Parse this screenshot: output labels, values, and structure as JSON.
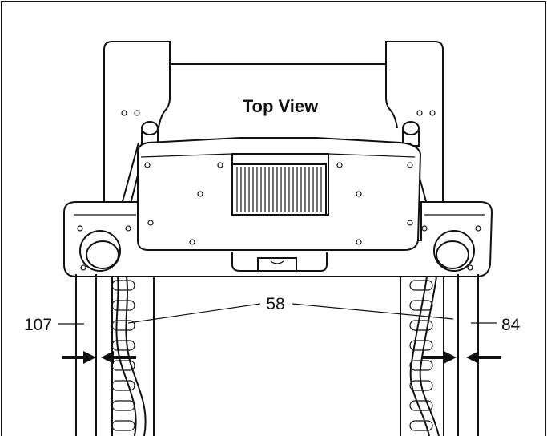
{
  "diagram": {
    "title": "Top View",
    "callouts": {
      "left": "107",
      "center": "58",
      "right": "84"
    }
  }
}
